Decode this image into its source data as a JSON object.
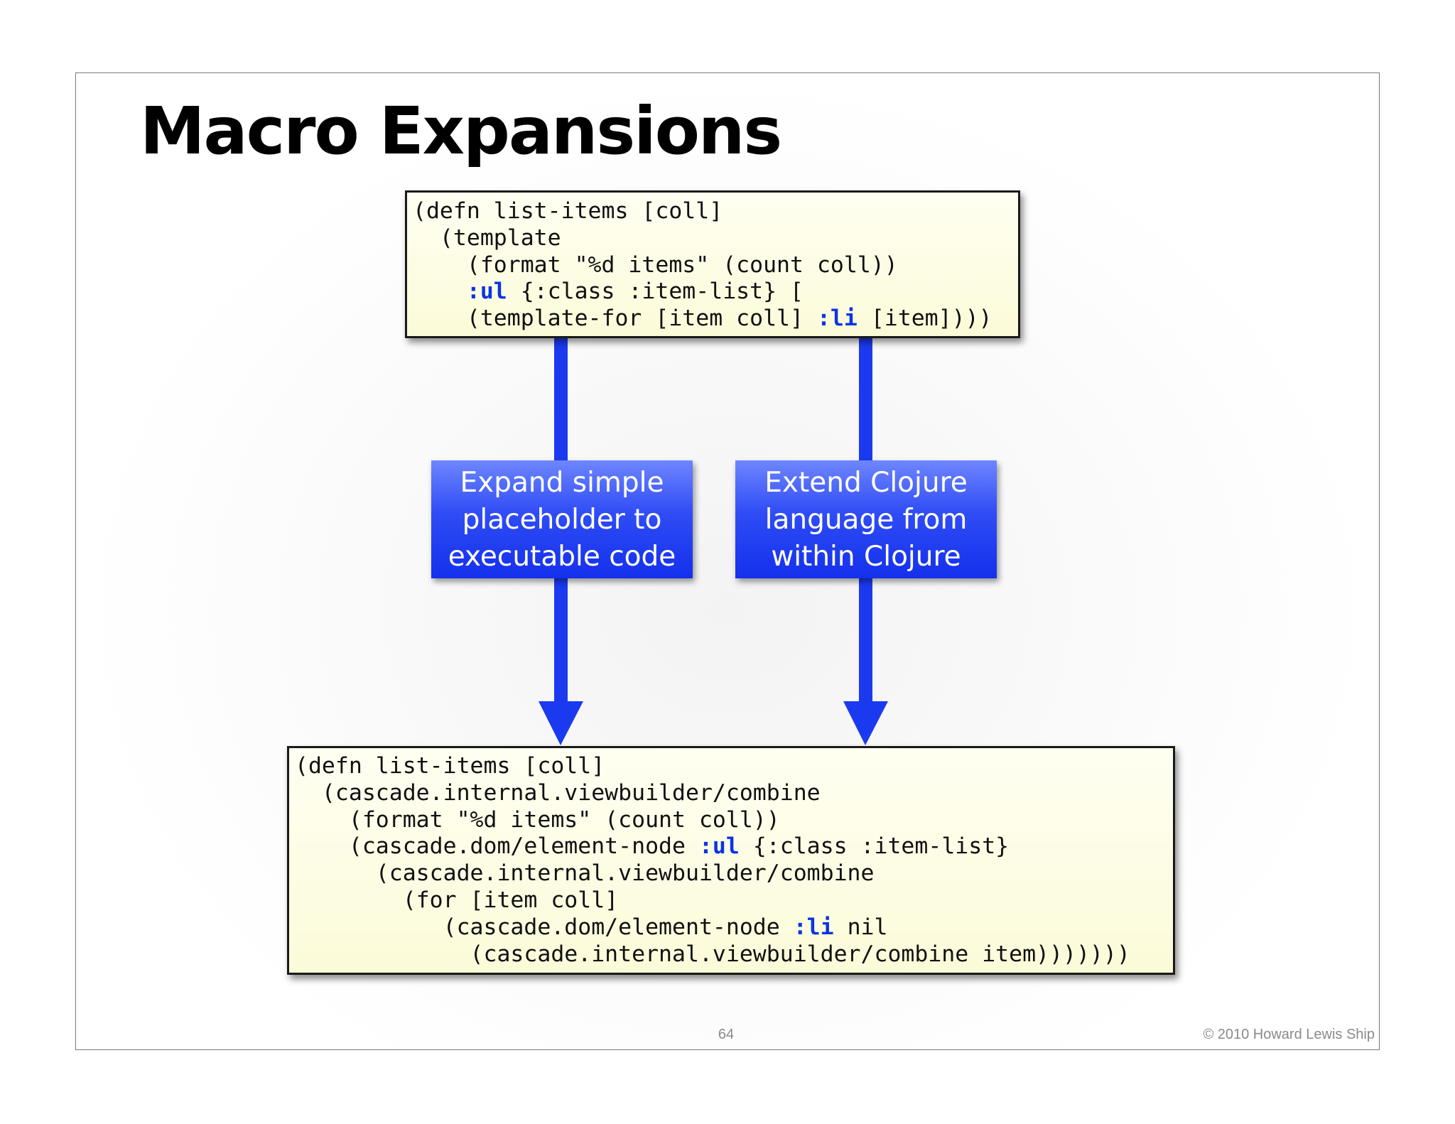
{
  "slide": {
    "title": "Macro Expansions",
    "page_number": "64",
    "copyright": "© 2010 Howard Lewis Ship"
  },
  "source_code": {
    "lines": [
      [
        "(defn list-items [coll]"
      ],
      [
        "  (template"
      ],
      [
        "    (format \"%d items\" (count coll))"
      ],
      [
        "    ",
        {
          "kw": ":ul"
        },
        " {:class :item-list} ["
      ],
      [
        "    (template-for [item coll] ",
        {
          "kw": ":li"
        },
        " [item])))"
      ]
    ]
  },
  "expanded_code": {
    "lines": [
      [
        "(defn list-items [coll]"
      ],
      [
        "  (cascade.internal.viewbuilder/combine"
      ],
      [
        "    (format \"%d items\" (count coll))"
      ],
      [
        "    (cascade.dom/element-node ",
        {
          "kw": ":ul"
        },
        " {:class :item-list}"
      ],
      [
        "      (cascade.internal.viewbuilder/combine"
      ],
      [
        "        (for [item coll]"
      ],
      [
        "           (cascade.dom/element-node ",
        {
          "kw": ":li"
        },
        " nil"
      ],
      [
        "             (cascade.internal.viewbuilder/combine item)))))))"
      ]
    ]
  },
  "callouts": {
    "left": [
      "Expand simple",
      "placeholder to",
      "executable code"
    ],
    "right": [
      "Extend Clojure",
      "language from",
      "within Clojure"
    ]
  },
  "colors": {
    "keyword": "#0a34e6",
    "arrow": "#1b3af0",
    "callout": "#2f4cf6",
    "code_background": "#fbfbd9"
  }
}
